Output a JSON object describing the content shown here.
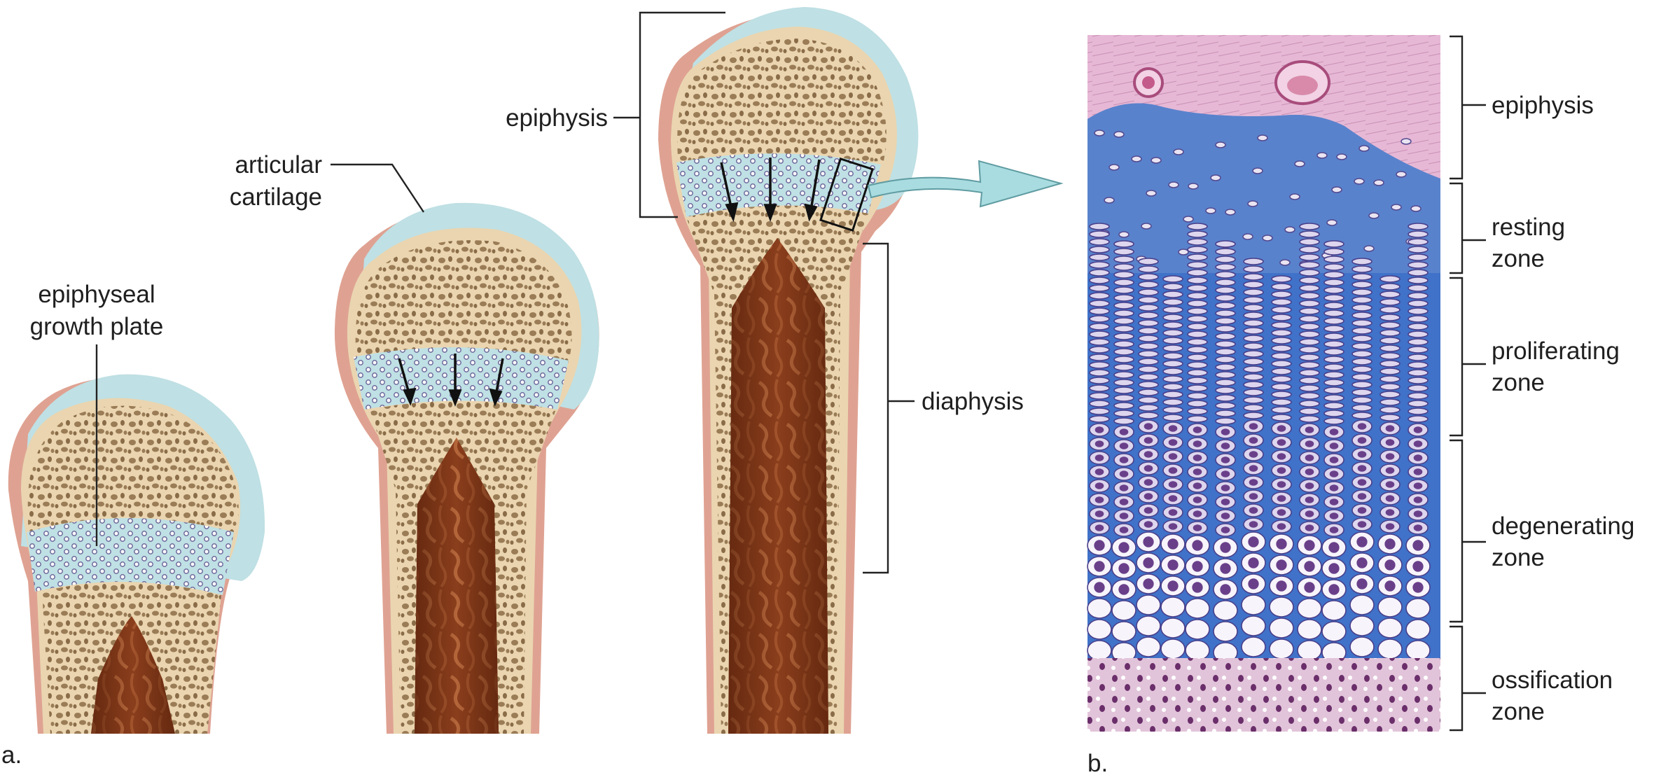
{
  "panel_a": {
    "panel_label": "a.",
    "labels": {
      "growth_plate_line1": "epiphyseal",
      "growth_plate_line2": "growth plate",
      "articular_line1": "articular",
      "articular_line2": "cartilage",
      "epiphysis": "epiphysis",
      "diaphysis": "diaphysis"
    }
  },
  "panel_b": {
    "panel_label": "b.",
    "zones": [
      {
        "line1": "epiphysis",
        "line2": ""
      },
      {
        "line1": "resting",
        "line2": "zone"
      },
      {
        "line1": "proliferating",
        "line2": "zone"
      },
      {
        "line1": "degenerating",
        "line2": "zone"
      },
      {
        "line1": "ossification",
        "line2": "zone"
      }
    ]
  },
  "colors": {
    "cartilage": "#bfe0e4",
    "bone_cream": "#ead5b0",
    "marrow": "#8a3e1c",
    "periosteum": "#dfa292",
    "histo_epiphysis": "#e6b8d6",
    "histo_cartilage": "#3f72c8",
    "arrow": "#a9dce0"
  }
}
